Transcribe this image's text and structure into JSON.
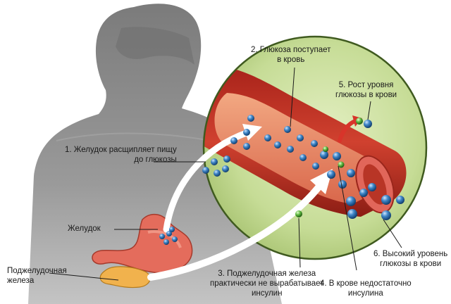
{
  "labels": {
    "step1_line1": "1. Желудок расщипляет пищу",
    "step1_line2": "до глюкозы",
    "step2_line1": "2. Глюкоза поступает",
    "step2_line2": "в кровь",
    "step3_line1": "3. Поджелудочная железа",
    "step3_line2": "практически не вырабатывает",
    "step3_line3": "инсулин",
    "step4_line1": "4. В крове недостаточно",
    "step4_line2": "инсулина",
    "step5_line1": "5. Рост уровня",
    "step5_line2": "глюкозы в крови",
    "step6_line1": "6. Высокий уровень",
    "step6_line2": "глюкозы в крови",
    "stomach": "Желудок",
    "pancreas_line1": "Поджелудочная",
    "pancreas_line2": "железа"
  },
  "colors": {
    "silhouette": "#8a8a8a",
    "circle_fill": "#c9df9a",
    "circle_border": "#3f5a1f",
    "vessel": "#c03024",
    "vessel_inner": "#e8906a",
    "glucose": "#2e6fb0",
    "insulin": "#4aa63a",
    "stomach": "#e26a5a",
    "arrow_red": "#d8342a"
  },
  "icons": {
    "glucose_molecule": "blue-sphere",
    "insulin_molecule": "green-sphere",
    "flow_arrow": "white-curved-arrow"
  }
}
